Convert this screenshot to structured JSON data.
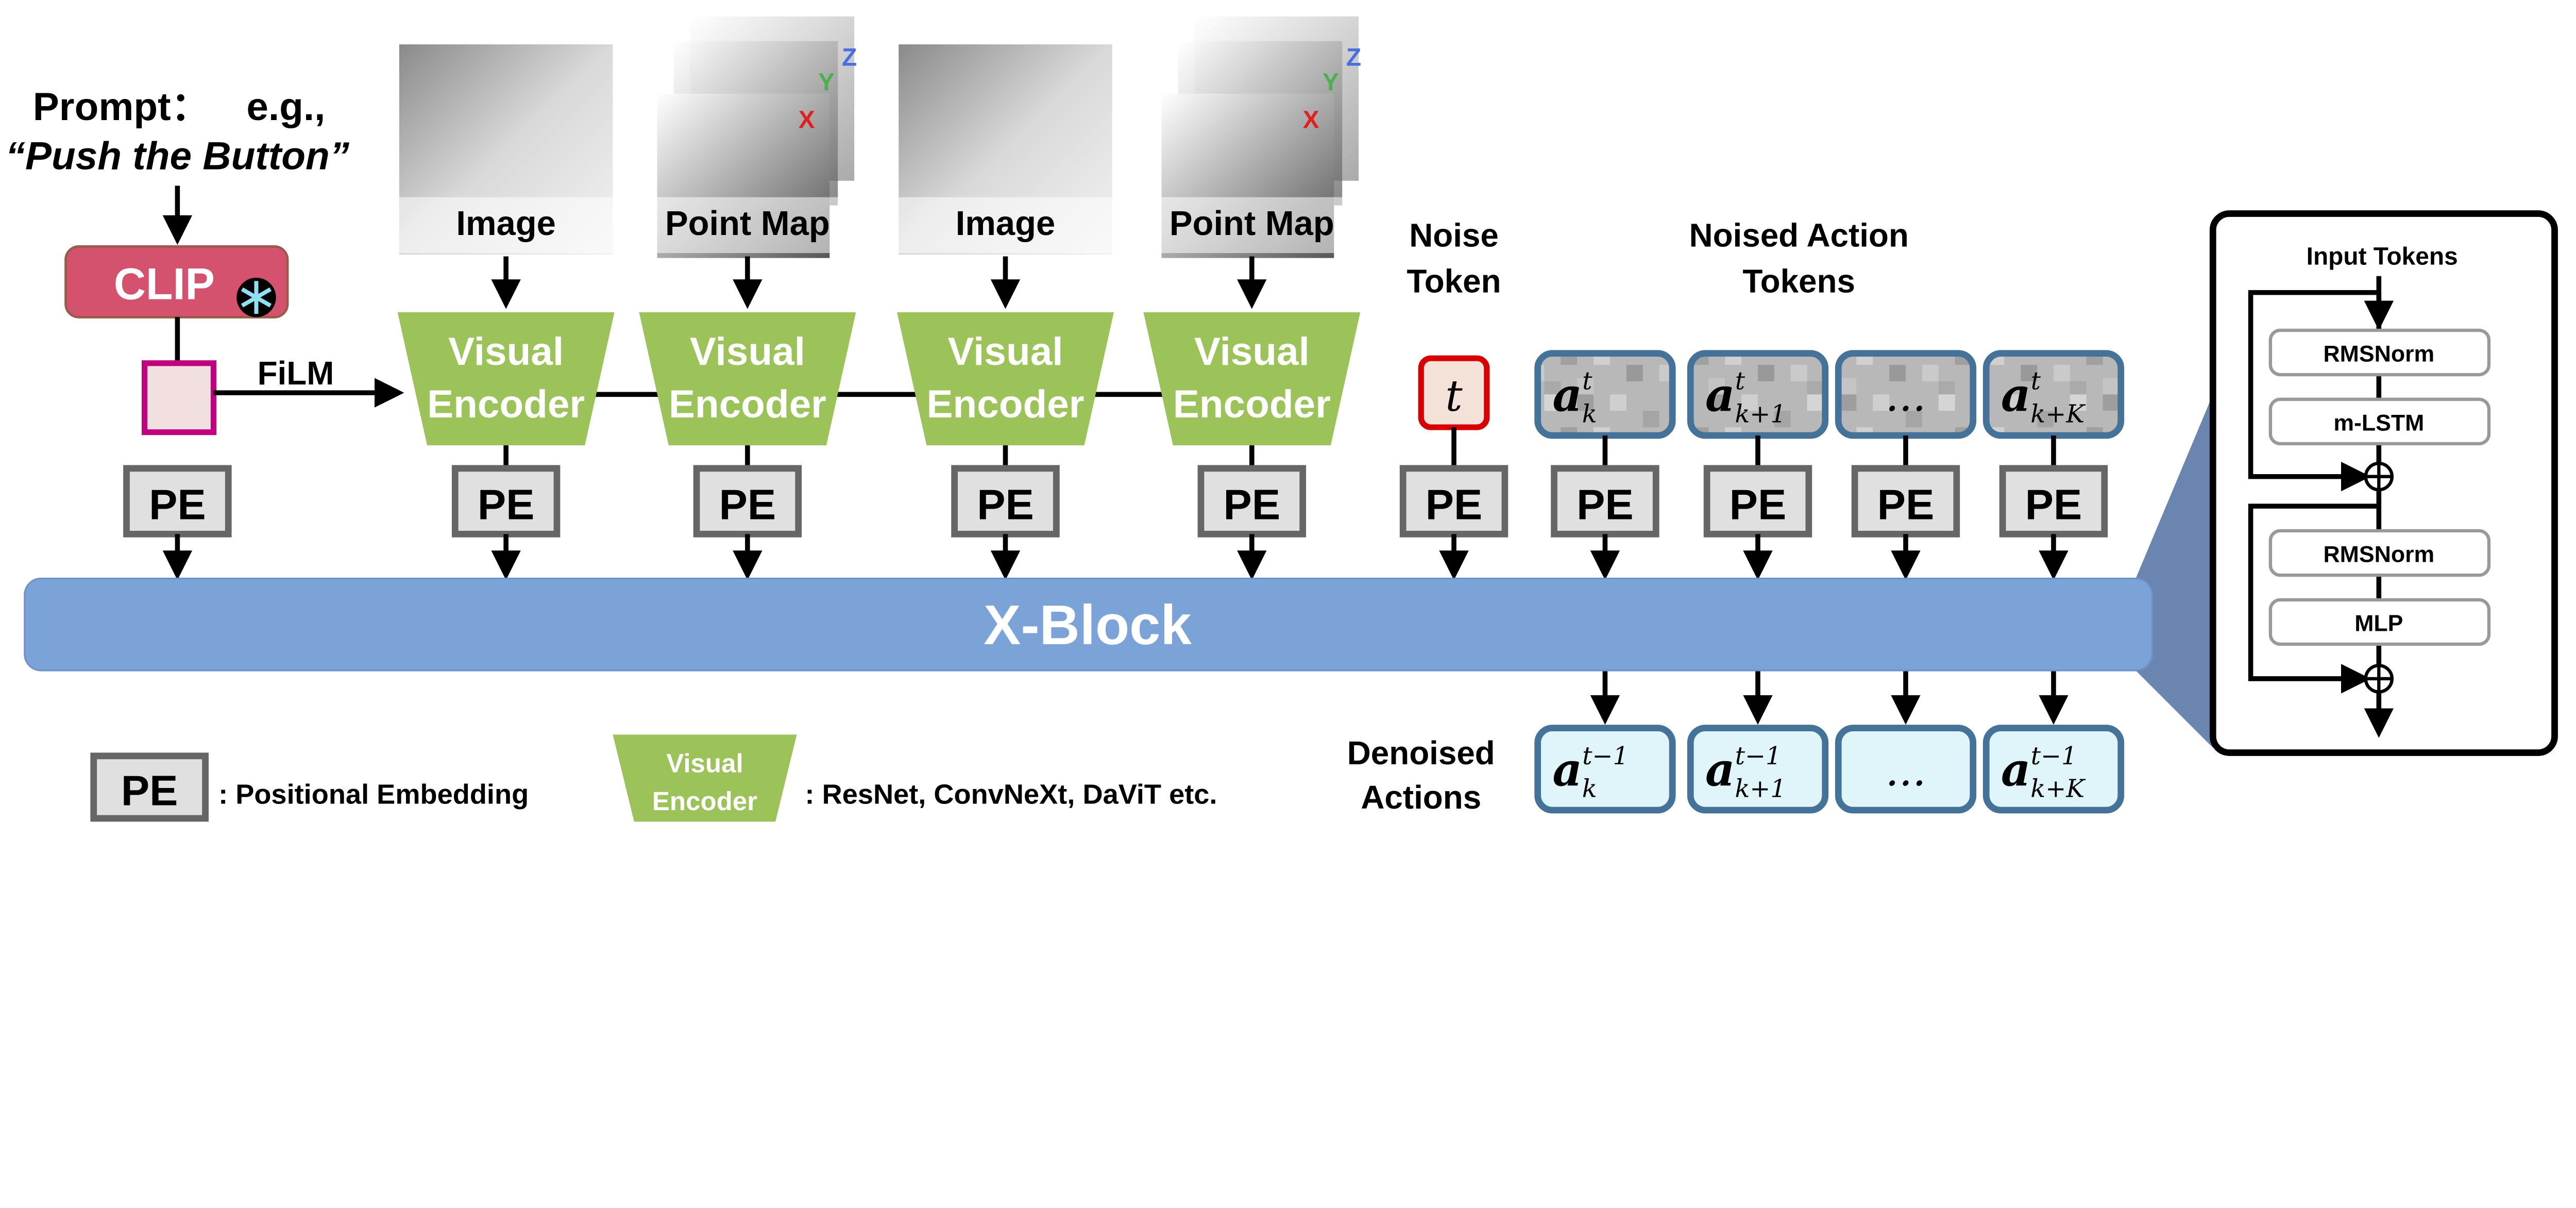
{
  "prompt": {
    "label": "Prompt：",
    "example": "e.g.,",
    "text": "“Push the Button”"
  },
  "clip": {
    "label": "CLIP",
    "icon": "snowflake-icon",
    "color": "#d4526e"
  },
  "film": {
    "label": "FiLM"
  },
  "inputs": [
    {
      "label": "Image",
      "kind": "image"
    },
    {
      "label": "Point Map",
      "kind": "pointmap"
    },
    {
      "label": "Image",
      "kind": "image"
    },
    {
      "label": "Point Map",
      "kind": "pointmap"
    }
  ],
  "axes": {
    "x": "X",
    "y": "Y",
    "z": "Z"
  },
  "encoder": {
    "line1": "Visual",
    "line2": "Encoder",
    "color": "#9bc35a"
  },
  "pe_label": "PE",
  "noise": {
    "title1": "Noise",
    "title2": "Token",
    "token": "t"
  },
  "noised": {
    "title1": "Noised Action",
    "title2": "Tokens",
    "tokens": [
      {
        "base": "a",
        "sup": "t",
        "sub": "k"
      },
      {
        "base": "a",
        "sup": "t",
        "sub": "k+1"
      },
      {
        "base": "",
        "sup": "",
        "sub": "",
        "ellipsis": "..."
      },
      {
        "base": "a",
        "sup": "t",
        "sub": "k+K"
      }
    ]
  },
  "xblock": {
    "label": "X-Block",
    "color": "#7ba3d8"
  },
  "denoised": {
    "title1": "Denoised",
    "title2": "Actions",
    "tokens": [
      {
        "base": "a",
        "sup": "t−1",
        "sub": "k"
      },
      {
        "base": "a",
        "sup": "t−1",
        "sub": "k+1"
      },
      {
        "base": "",
        "sup": "",
        "sub": "",
        "ellipsis": "..."
      },
      {
        "base": "a",
        "sup": "t−1",
        "sub": "k+K"
      }
    ]
  },
  "legend": {
    "pe": "PE",
    "pe_desc": ": Positional Embedding",
    "enc1": "Visual",
    "enc2": "Encoder",
    "enc_desc": ": ResNet, ConvNeXt, DaViT etc."
  },
  "detail": {
    "title": "Input Tokens",
    "blocks": [
      "RMSNorm",
      "m-LSTM",
      "RMSNorm",
      "MLP"
    ]
  }
}
